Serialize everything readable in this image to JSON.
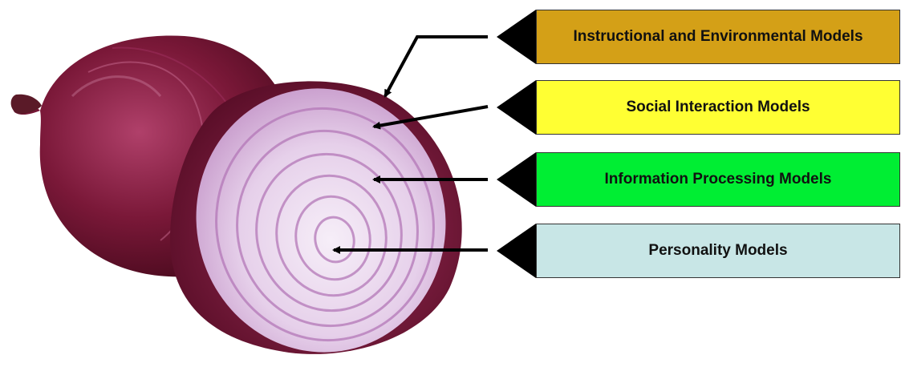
{
  "layers": [
    {
      "label": "Instructional and Environmental Models",
      "color": "#d4a017"
    },
    {
      "label": "Social Interaction Models",
      "color": "#ffff33"
    },
    {
      "label": "Information Processing Models",
      "color": "#00ee33"
    },
    {
      "label": "Personality Models",
      "color": "#c8e6e6"
    }
  ],
  "image": {
    "subject": "red-onion-cross-section"
  }
}
